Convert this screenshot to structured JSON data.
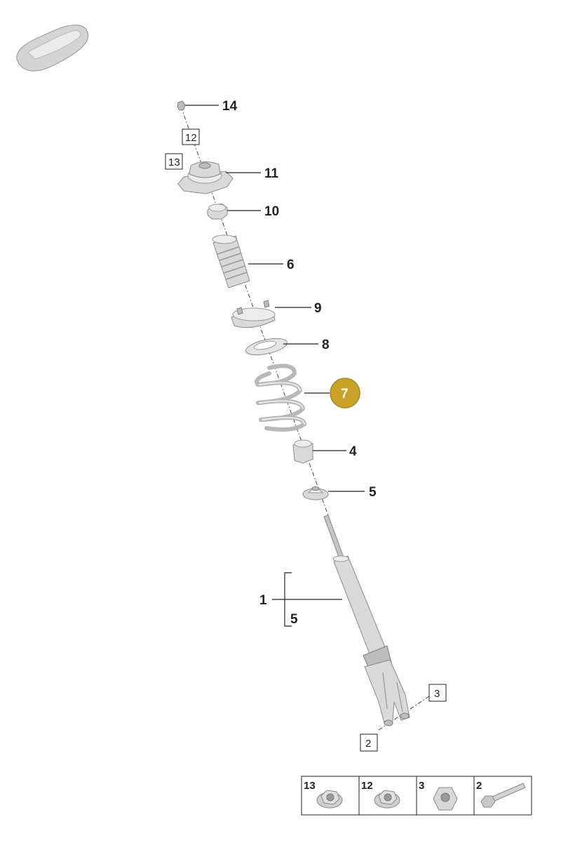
{
  "callouts": {
    "c14": "14",
    "c11": "11",
    "c10": "10",
    "c6": "6",
    "c9": "9",
    "c8": "8",
    "c7": "7",
    "c4": "4",
    "c5a": "5",
    "c1": "1",
    "c5b": "5"
  },
  "boxed_refs": {
    "b12": "12",
    "b13": "13",
    "b3": "3",
    "b2": "2"
  },
  "legend": [
    {
      "number": "13",
      "icon": "hex-flange-nut-icon"
    },
    {
      "number": "12",
      "icon": "hex-flange-nut-icon"
    },
    {
      "number": "3",
      "icon": "hex-nut-icon"
    },
    {
      "number": "2",
      "icon": "bolt-icon"
    }
  ],
  "colors": {
    "highlight": "#c9a227",
    "line": "#222222",
    "part": "#d9d9d9"
  }
}
